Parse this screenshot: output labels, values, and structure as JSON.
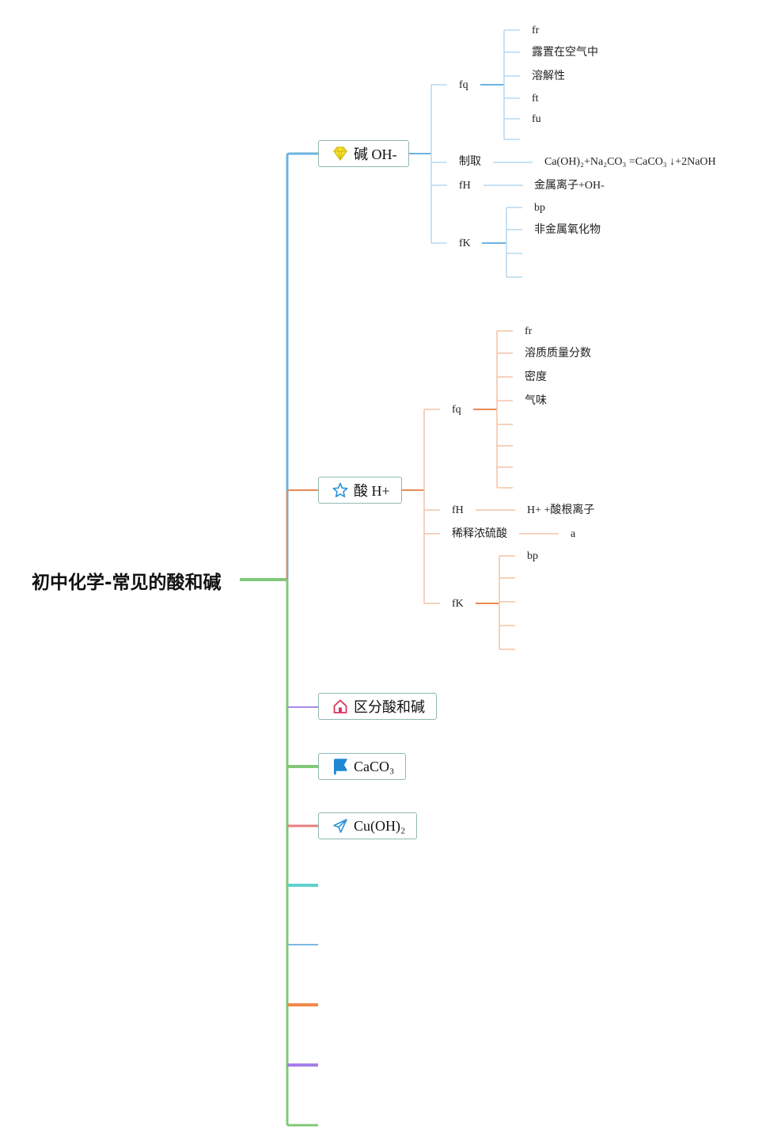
{
  "root": {
    "title": "初中化学-常见的酸和碱"
  },
  "colors": {
    "main": "#82c878",
    "blue": "#6db3e0",
    "blue_light": "#b7d8ef",
    "orange": "#ea8a56",
    "orange_light": "#f4c3a6",
    "purple": "#a78be6",
    "green": "#82c878",
    "red": "#e67e7e",
    "teal": "#5fd1cc",
    "skyblue": "#79b9e3",
    "deep_orange": "#f08a4b",
    "violet": "#a77fe8"
  },
  "branches": {
    "base": {
      "label": "碱 OH-",
      "icon": "gem-icon",
      "children": {
        "fq": {
          "label": "fq",
          "items": [
            "fr",
            "露置在空气中",
            "溶解性",
            "ft",
            "fu"
          ]
        },
        "zhiqu": {
          "label": "制取",
          "value": "Ca(OH)₂+Na₂CO₃ =CaCO₃ ↓+2NaOH"
        },
        "fH": {
          "label": "fH",
          "value": "金属离子+OH-"
        },
        "fK": {
          "label": "fK",
          "items": [
            "bp",
            "非金属氧化物"
          ]
        }
      }
    },
    "acid": {
      "label": "酸 H+",
      "icon": "star-icon",
      "children": {
        "fq": {
          "label": "fq",
          "items": [
            "fr",
            "溶质质量分数",
            "密度",
            "气味"
          ]
        },
        "fH": {
          "label": "fH",
          "value": "H+ +酸根离子"
        },
        "xishi": {
          "label": "稀释浓硫酸",
          "value": "a"
        },
        "fK": {
          "label": "fK",
          "items": [
            "bp"
          ]
        }
      }
    },
    "distinguish": {
      "label": "区分酸和碱",
      "icon": "home-icon"
    },
    "caco3": {
      "label": "CaCO₃",
      "icon": "flag-icon"
    },
    "cuoh2": {
      "label": "Cu(OH)₂",
      "icon": "paper-plane-icon"
    }
  }
}
